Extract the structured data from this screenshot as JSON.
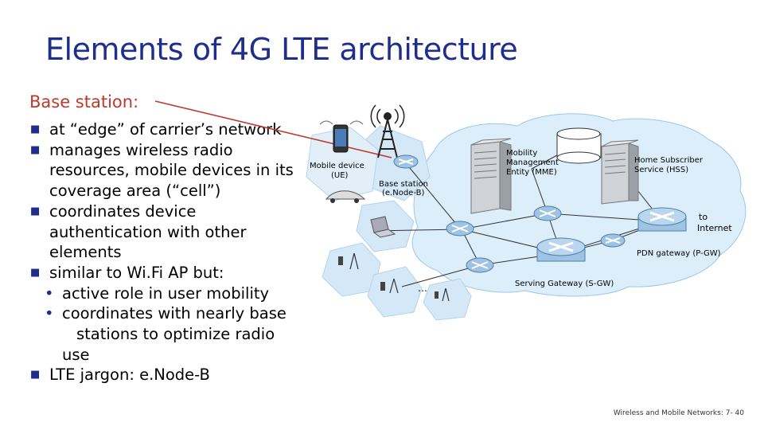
{
  "title": "Elements of 4G LTE architecture",
  "base_station_heading": "Base station:",
  "bullets": {
    "b1": "at “edge” of carrier’s network",
    "b2a": "manages wireless radio",
    "b2b": "resources, mobile devices in its",
    "b2c": "coverage area (“cell”)",
    "b3a": "coordinates device",
    "b3b": "authentication with other",
    "b3c": "elements",
    "b4": "similar to Wi.Fi AP but:",
    "s1": "active role in user mobility",
    "s2a": "coordinates with nearly base",
    "s2b": "stations to optimize radio use",
    "b5": "LTE jargon: e.Node-B"
  },
  "diagram": {
    "mobile_device": "Mobile device",
    "ue": "(UE)",
    "base_station": "Base station",
    "enodeb": "(e.Node-B)",
    "mme_1": "Mobility",
    "mme_2": "Management",
    "mme_3": "Entity (MME)",
    "hss_1": "Home Subscriber",
    "hss_2": "Service (HSS)",
    "to": "to",
    "internet": "Internet",
    "pgw": "PDN gateway (P-GW)",
    "sgw": "Serving Gateway (S-GW)",
    "ellipsis": "…"
  },
  "footer": "Wireless and Mobile Networks: 7- 40",
  "colors": {
    "title": "#1f2e8c",
    "heading": "#c0392b",
    "cloud": "#dceefa",
    "hexagon": "#d4e8f7"
  }
}
